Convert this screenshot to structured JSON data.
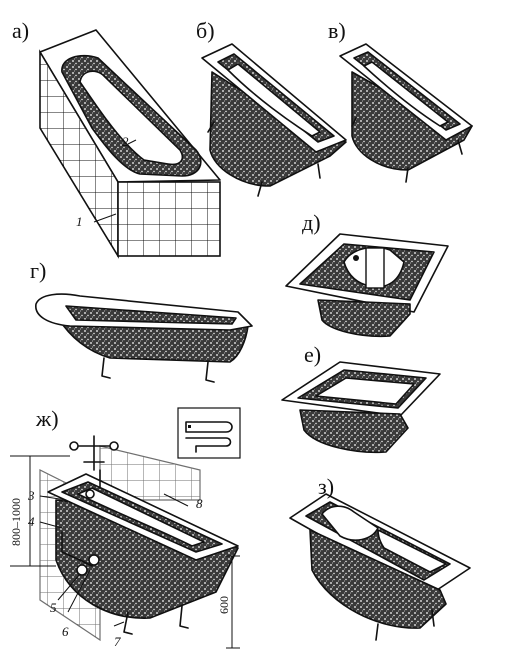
{
  "panels": [
    {
      "id": "a",
      "label": "а)"
    },
    {
      "id": "b",
      "label": "б)"
    },
    {
      "id": "v",
      "label": "в)"
    },
    {
      "id": "g",
      "label": "г)"
    },
    {
      "id": "d",
      "label": "д)"
    },
    {
      "id": "e",
      "label": "е)"
    },
    {
      "id": "zh",
      "label": "ж)"
    },
    {
      "id": "z",
      "label": "з)"
    }
  ],
  "callouts": {
    "a1": "1",
    "a2": "2",
    "zh3": "3",
    "zh4": "4",
    "zh5": "5",
    "zh6": "6",
    "zh7": "7",
    "zh8": "8"
  },
  "dimensions": {
    "height_range": "800–1000",
    "rim_height": "600"
  },
  "colors": {
    "ink": "#111111",
    "paper": "#ffffff"
  }
}
